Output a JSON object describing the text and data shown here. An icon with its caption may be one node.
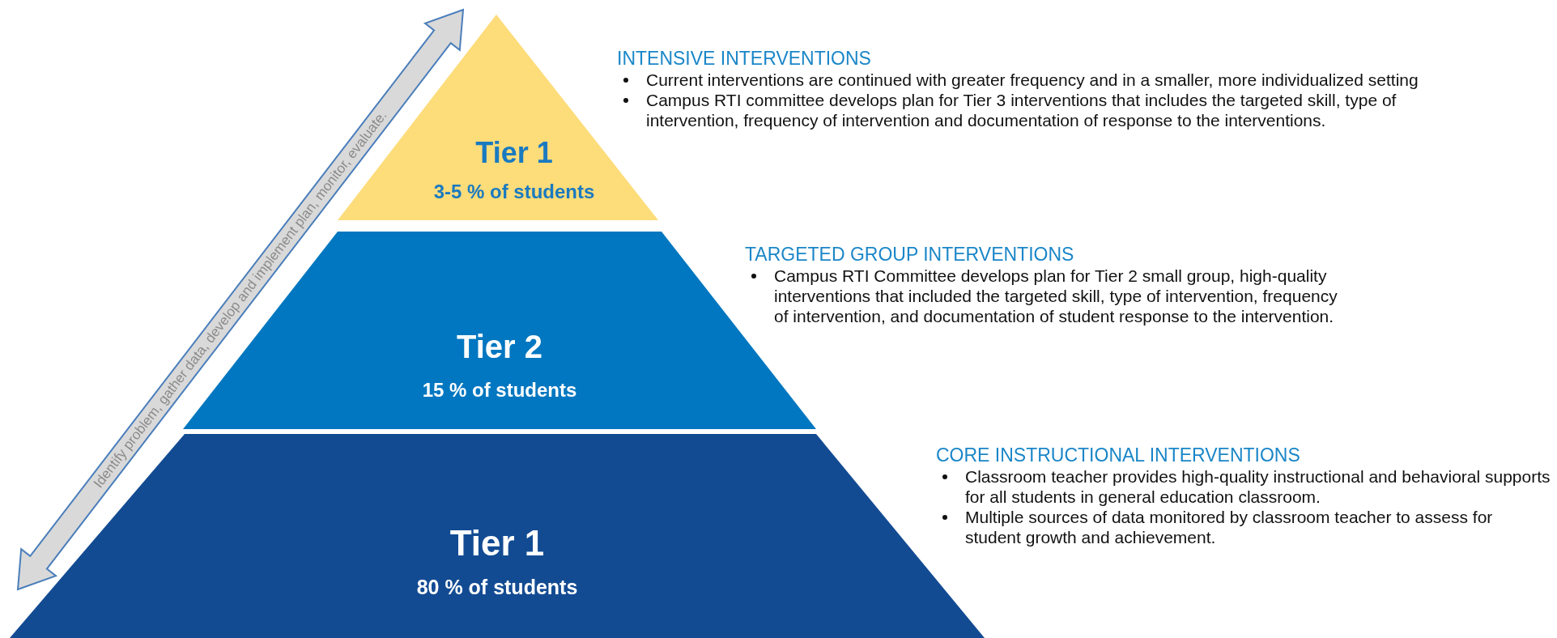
{
  "diagram": {
    "nodes": [
      {
        "text": [
          "Tier 1",
          "3-5 % of students"
        ]
      },
      {
        "text": [
          "Tier 2",
          "15 % of students"
        ]
      },
      {
        "text": [
          "Tier 1",
          "80 % of students"
        ]
      }
    ],
    "labels": [
      "Identify problem, gather data, develop and implement plan, monitor, evaluate.",
      "INTENSIVE INTERVENTIONS",
      "Current interventions are continued with greater frequency and in a smaller, more individualized setting",
      "Campus RTI committee develops plan for Tier 3 interventions that includes the targeted skill, type of intervention, frequency of intervention and documentation of response to the interventions.",
      "TARGETED GROUP INTERVENTIONS",
      "Campus RTI Committee develops plan for Tier 2 small group, high-quality interventions that included the targeted skill, type of intervention, frequency of intervention, and documentation of student response to the intervention.",
      "CORE INSTRUCTIONAL INTERVENTIONS",
      "Classroom teacher provides high-quality instructional and behavioral supports for all students in general education classroom.",
      "Multiple sources of data monitored by classroom teacher to assess for student growth and achievement."
    ]
  }
}
